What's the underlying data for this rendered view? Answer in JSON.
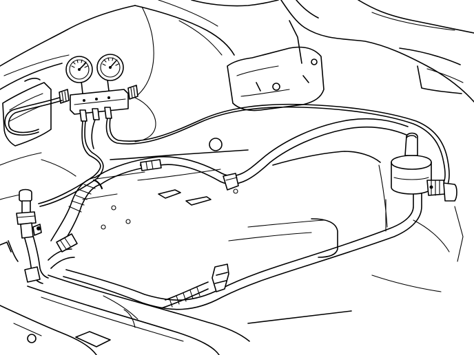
{
  "figure": {
    "components": [
      "manifold-gauge-set",
      "low-pressure-gauge",
      "high-pressure-gauge",
      "service-hoses",
      "ac-refrigerant-lines",
      "service-port-fitting-low",
      "service-port-fitting-high",
      "accumulator",
      "line-clip",
      "engine-compartment"
    ]
  }
}
